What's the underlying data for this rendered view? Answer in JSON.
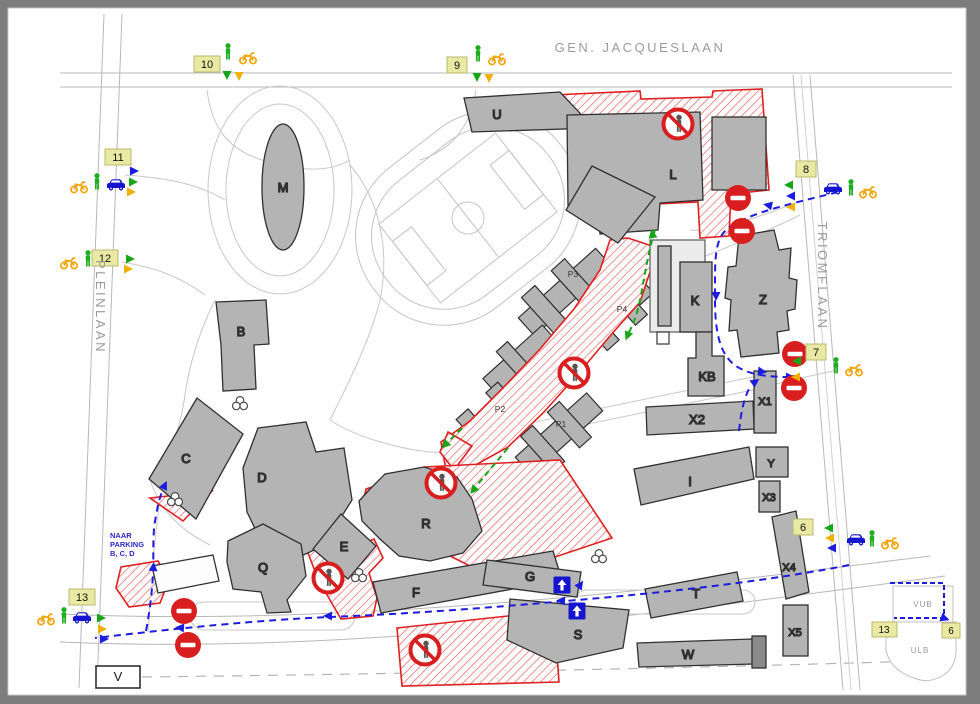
{
  "map": {
    "streets": {
      "top": "GEN. JACQUESLAAN",
      "left": "PLEINLAAN",
      "right": "TRIOMFLAAN"
    },
    "entrances": {
      "e6": "6",
      "e7": "7",
      "e8": "8",
      "e9": "9",
      "e10": "10",
      "e11": "11",
      "e12": "12",
      "e13": "13"
    },
    "buildings": {
      "U": "U",
      "L": "L",
      "M": "M",
      "B": "B",
      "C": "C",
      "D": "D",
      "Q": "Q",
      "E": "E",
      "R": "R",
      "F": "F",
      "G": "G",
      "S": "S",
      "T": "T",
      "W": "W",
      "K": "K",
      "KB": "KB",
      "Z": "Z",
      "Y": "Y",
      "I": "I",
      "X1": "X1",
      "X2": "X2",
      "X3": "X3",
      "X4": "X4",
      "X5": "X5",
      "P1": "P1",
      "P2": "P2",
      "P3": "P3",
      "P4": "P4",
      "V": "V"
    },
    "annotations": {
      "naar_parking_line1": "NAAR",
      "naar_parking_line2": "PARKING",
      "naar_parking_line3": "B, C, D"
    },
    "inset": {
      "campus_top": "VUB",
      "campus_bottom": "ULB",
      "entrance_left": "13",
      "entrance_right": "6"
    },
    "colors": {
      "pedestrian_green": "#1fae1f",
      "cyclist_orange": "#f2a30a",
      "car_blue": "#1515cf",
      "route_blue": "#1c1cdf",
      "restricted_red": "#d81e1e",
      "construction_red": "#e02020",
      "building_gray": "#b4b4b4",
      "entrance_yellow": "#e9e9a3",
      "road_gray": "#b8b8b8",
      "street_text_gray": "#9b9b9b"
    },
    "icons": {
      "pedestrian": "pedestrian-icon",
      "motorcycle": "motorcycle-icon",
      "car": "car-icon",
      "no_entry": "no-entry-sign",
      "no_pedestrians": "no-pedestrians-sign",
      "parking_direction": "parking-direction-sign",
      "tree": "tree-icon",
      "entrance_arrow": "direction-arrow-icon"
    }
  }
}
